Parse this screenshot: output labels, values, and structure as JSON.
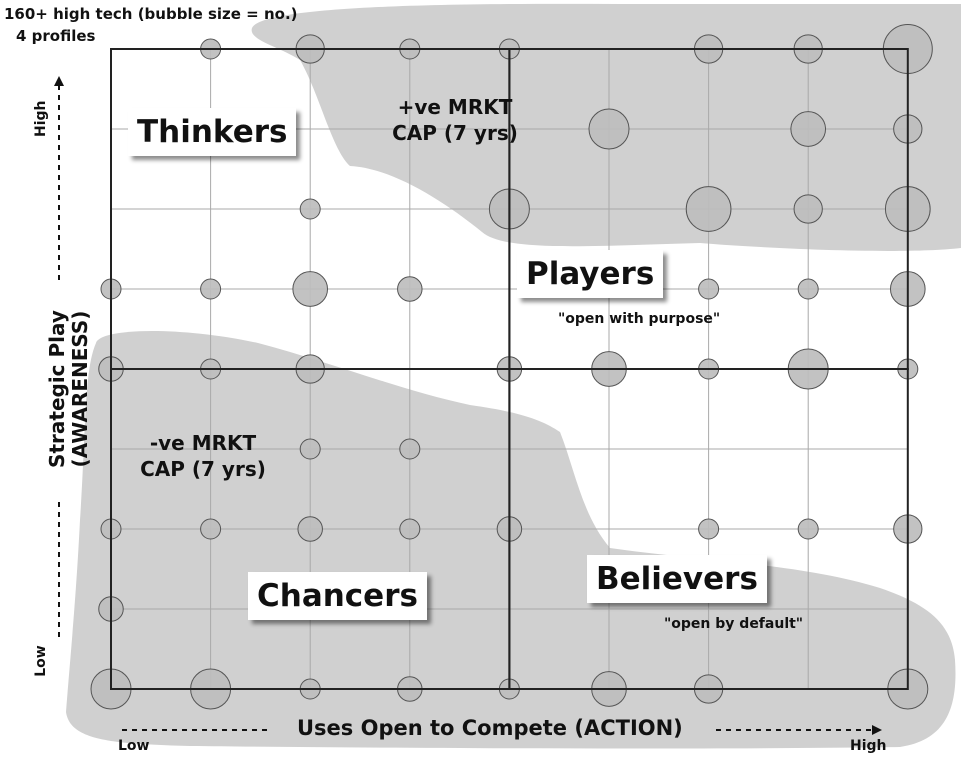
{
  "chart_data": {
    "type": "scatter",
    "subtitle_lines": [
      "160+ high tech (bubble size = no.)",
      "4 profiles"
    ],
    "xlabel": "Uses Open to Compete (ACTION)",
    "ylabel_lines": [
      "Strategic Play",
      "(AWARENESS)"
    ],
    "x_tick_labels": {
      "low": "Low",
      "high": "High"
    },
    "y_tick_labels": {
      "low": "Low",
      "high": "High"
    },
    "xlim": [
      0,
      8
    ],
    "ylim": [
      0,
      8
    ],
    "grid": true,
    "quadrants": [
      {
        "label": "Thinkers"
      },
      {
        "label": "Players",
        "tagline": "\"open with purpose\""
      },
      {
        "label": "Chancers"
      },
      {
        "label": "Believers",
        "tagline": "\"open by default\""
      }
    ],
    "regions": [
      {
        "label_lines": [
          "+ve MRKT",
          "CAP (7 yrs)"
        ],
        "color": "#d0d0d0"
      },
      {
        "label_lines": [
          "-ve MRKT",
          "CAP (7 yrs)"
        ],
        "color": "#d0d0d0"
      }
    ],
    "bubble_color": "#bdbdbd",
    "points": [
      {
        "x": 1,
        "y": 8,
        "size": 1
      },
      {
        "x": 2,
        "y": 8,
        "size": 2
      },
      {
        "x": 3,
        "y": 8,
        "size": 1
      },
      {
        "x": 4,
        "y": 8,
        "size": 1
      },
      {
        "x": 6,
        "y": 8,
        "size": 2
      },
      {
        "x": 7,
        "y": 8,
        "size": 2
      },
      {
        "x": 8,
        "y": 8,
        "size": 6
      },
      {
        "x": 5,
        "y": 7,
        "size": 4
      },
      {
        "x": 7,
        "y": 7,
        "size": 3
      },
      {
        "x": 8,
        "y": 7,
        "size": 2
      },
      {
        "x": 2,
        "y": 6,
        "size": 1
      },
      {
        "x": 4,
        "y": 6,
        "size": 4
      },
      {
        "x": 6,
        "y": 6,
        "size": 5
      },
      {
        "x": 7,
        "y": 6,
        "size": 2
      },
      {
        "x": 8,
        "y": 6,
        "size": 5
      },
      {
        "x": 0,
        "y": 5,
        "size": 1
      },
      {
        "x": 1,
        "y": 5,
        "size": 1
      },
      {
        "x": 2,
        "y": 5,
        "size": 3
      },
      {
        "x": 3,
        "y": 5,
        "size": 1.5
      },
      {
        "x": 6,
        "y": 5,
        "size": 1
      },
      {
        "x": 7,
        "y": 5,
        "size": 1
      },
      {
        "x": 8,
        "y": 5,
        "size": 3
      },
      {
        "x": 0,
        "y": 4,
        "size": 1.5
      },
      {
        "x": 1,
        "y": 4,
        "size": 1
      },
      {
        "x": 2,
        "y": 4,
        "size": 2
      },
      {
        "x": 4,
        "y": 4,
        "size": 1.5
      },
      {
        "x": 5,
        "y": 4,
        "size": 3
      },
      {
        "x": 6,
        "y": 4,
        "size": 1
      },
      {
        "x": 7,
        "y": 4,
        "size": 4
      },
      {
        "x": 8,
        "y": 4,
        "size": 1
      },
      {
        "x": 2,
        "y": 3,
        "size": 1
      },
      {
        "x": 3,
        "y": 3,
        "size": 1
      },
      {
        "x": 0,
        "y": 2,
        "size": 1
      },
      {
        "x": 1,
        "y": 2,
        "size": 1
      },
      {
        "x": 2,
        "y": 2,
        "size": 1.5
      },
      {
        "x": 3,
        "y": 2,
        "size": 1
      },
      {
        "x": 4,
        "y": 2,
        "size": 1.5
      },
      {
        "x": 6,
        "y": 2,
        "size": 1
      },
      {
        "x": 7,
        "y": 2,
        "size": 1
      },
      {
        "x": 8,
        "y": 2,
        "size": 2
      },
      {
        "x": 0,
        "y": 1,
        "size": 1.5
      },
      {
        "x": 0,
        "y": 0,
        "size": 4
      },
      {
        "x": 1,
        "y": 0,
        "size": 4
      },
      {
        "x": 2,
        "y": 0,
        "size": 1
      },
      {
        "x": 3,
        "y": 0,
        "size": 1.5
      },
      {
        "x": 4,
        "y": 0,
        "size": 1
      },
      {
        "x": 5,
        "y": 0,
        "size": 3
      },
      {
        "x": 6,
        "y": 0,
        "size": 2
      },
      {
        "x": 8,
        "y": 0,
        "size": 4
      }
    ]
  }
}
